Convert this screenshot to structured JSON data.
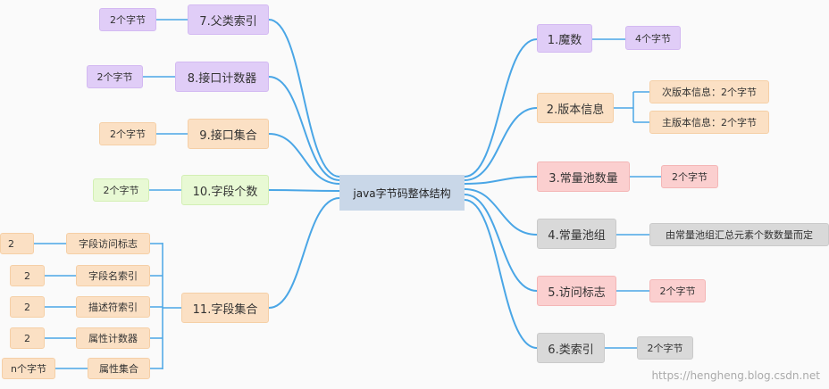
{
  "root": "java字节码整体结构",
  "right": [
    {
      "label": "1.魔数",
      "children": [
        "4个字节"
      ]
    },
    {
      "label": "2.版本信息",
      "children": [
        "次版本信息：2个字节",
        "主版本信息：2个字节"
      ]
    },
    {
      "label": "3.常量池数量",
      "children": [
        "2个字节"
      ]
    },
    {
      "label": "4.常量池组",
      "children": [
        "由常量池组汇总元素个数数量而定"
      ]
    },
    {
      "label": "5.访问标志",
      "children": [
        "2个字节"
      ]
    },
    {
      "label": "6.类索引",
      "children": [
        "2个字节"
      ]
    }
  ],
  "left": [
    {
      "label": "7.父类索引",
      "children": [
        "2个字节"
      ]
    },
    {
      "label": "8.接口计数器",
      "children": [
        "2个字节"
      ]
    },
    {
      "label": "9.接口集合",
      "children": [
        "2个字节"
      ]
    },
    {
      "label": "10.字段个数",
      "children": [
        "2个字节"
      ]
    },
    {
      "label": "11.字段集合",
      "children": [
        {
          "label": "字段访问标志",
          "value": "2"
        },
        {
          "label": "字段名索引",
          "value": "2"
        },
        {
          "label": "描述符索引",
          "value": "2"
        },
        {
          "label": "属性计数器",
          "value": "2"
        },
        {
          "label": "属性集合",
          "value": "n个字节"
        }
      ]
    }
  ],
  "colors": {
    "line": "#4aa6e6",
    "purple": "#e0cdf7",
    "orange": "#fbe0c4",
    "green": "#e8f9d4",
    "pink": "#fbcfcf",
    "gray": "#d9d9d9",
    "root": "#c9d7e8"
  },
  "watermark": "https://hengheng.blog.csdn.net"
}
